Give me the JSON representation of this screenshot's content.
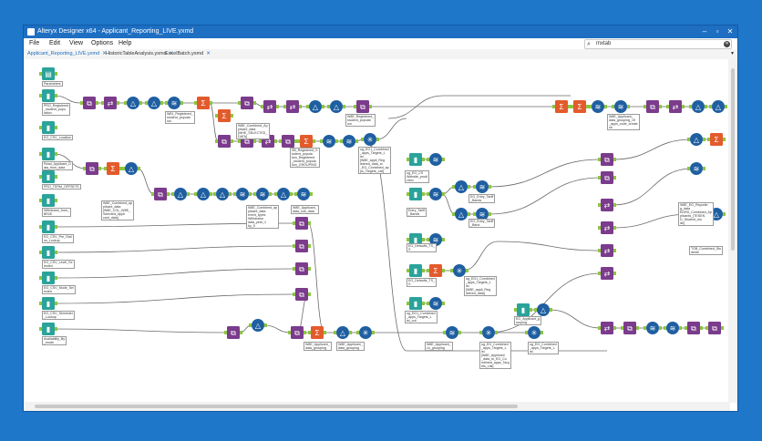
{
  "window": {
    "title": "Alteryx Designer x64 - Applicant_Reporting_LIVE.yxmd",
    "controls": [
      "–",
      "▫",
      "✕"
    ]
  },
  "menu": [
    {
      "label": "File"
    },
    {
      "label": "Edit"
    },
    {
      "label": "View"
    },
    {
      "label": "Options"
    },
    {
      "label": "Help"
    }
  ],
  "search": {
    "value": "mxtab",
    "icon": "search-icon"
  },
  "tabs": [
    {
      "label": "Applicant_Reporting_LIVE.yxmd",
      "active": true
    },
    {
      "label": "HistoricTableAnalysis.yxmd",
      "active": false
    },
    {
      "label": "ExcelBatch.yxmd",
      "active": false
    }
  ],
  "tab_close_glyph": "✕",
  "tab_overflow_glyph": "▾",
  "colors": {
    "window_frame": "#1e6fc2",
    "background": "#1f77c9",
    "input_tool": "#2aa39b",
    "join_tool": "#7b3c8c",
    "formula_tool": "#1f5fa1",
    "summarize_tool": "#e35b2c",
    "filter_tool": "#1f5fa1",
    "connection": "#6a6a6a",
    "anchor": "#8dc63f"
  },
  "annotations": {
    "a1": "Parameters",
    "a2": "PRO_Registered\n_student_popu\nlation",
    "a3": "EG_CSV_Location",
    "a4": "Read_Applicant_D\nata_from_data",
    "a5": "PRO_TERM_OFFSETS",
    "a6": "Withdrawn_from_\nBR2E",
    "a7": "EG_CSV_Pre_Stat\nus_Lookup",
    "a8": "EG_CSV_Level_Se\nlected",
    "a9": "EG_CSV_Mode_Sel\nected",
    "a10": "EG_CSV_Semester\n_Lookup",
    "a11": "Availability_By\n_mode",
    "b1": "W81_Registered_\nstudent_populat\nion",
    "b2": "W8E_Combined_Ap\nplicant_data\n[WHE_SELECTED_\nDATA]",
    "b3": "W8E_Combined_ap\nplicant_data\n[W8E_COL_W8E_\nSelected_Appli\ncant_data]",
    "b4": "W8E_Combined_ap\nplicant_data\nevent_types\nWithdrawn\ndata_year_1\nby_5",
    "b5": "W8E_Applicant_\ndata_sub_data",
    "b6": "W8E_Registered_\nstudent_populat\nion",
    "b7": "SB_Registered_S\ntudent_popula\ntion_Registered\n_student_popula\ntion_GROUPING",
    "b8": "W8E_Applicant_\ndata_grouping",
    "b9": "W8E_Applicant_\ndata_grouping",
    "c1": "ug_EG1_Combined\n_apps_Targets_L\nist\n[W8E_appli_Reg\nistered_data_to\n_EG_Combined_ap\nps_Targets_List]",
    "c2": "ug_EG_CS\nWebsite_prodi\nction",
    "c3": "Entry_Tariff\n_Bands",
    "c4": "EG_Entry_Tariff\n_Bands",
    "c5": "EG_Entry_Tariff\n_Band",
    "c6": "EG_Defaults_TS_\nS",
    "c7": "EG_Defaults_TS_\nS",
    "c8": "ug_EG1_Combined\n_apps_Targets_L\nist\n[W8E_appli_Reg\nistered_data]",
    "c9": "ug_EG1_Combined\n_apps_Targets_L\nist_out",
    "c10": "ug_EG_Combined\n_apps_Targets_L\nist\n[W8E_Applicant\n_data_to_EG_Co\nmbined_apps_Targ\nets_List]",
    "c11": "ug_EG_Combined\n_apps_Targets_L\nist",
    "c12": "W8E_Applicant_\nLs_grouping",
    "c13": "EG_Applicant_g\nrouping",
    "d1": "W8E_Applicant_\ndata_grouping_19\n_apps_code_create\nxb",
    "d2": "W8E_EG_Reportin\ng_data\nEDRD_Combined_Ap\nplicants_[TESEN\nD_Student_mo\nde]",
    "d3": "TGB_Combined_Stu\ndents"
  }
}
